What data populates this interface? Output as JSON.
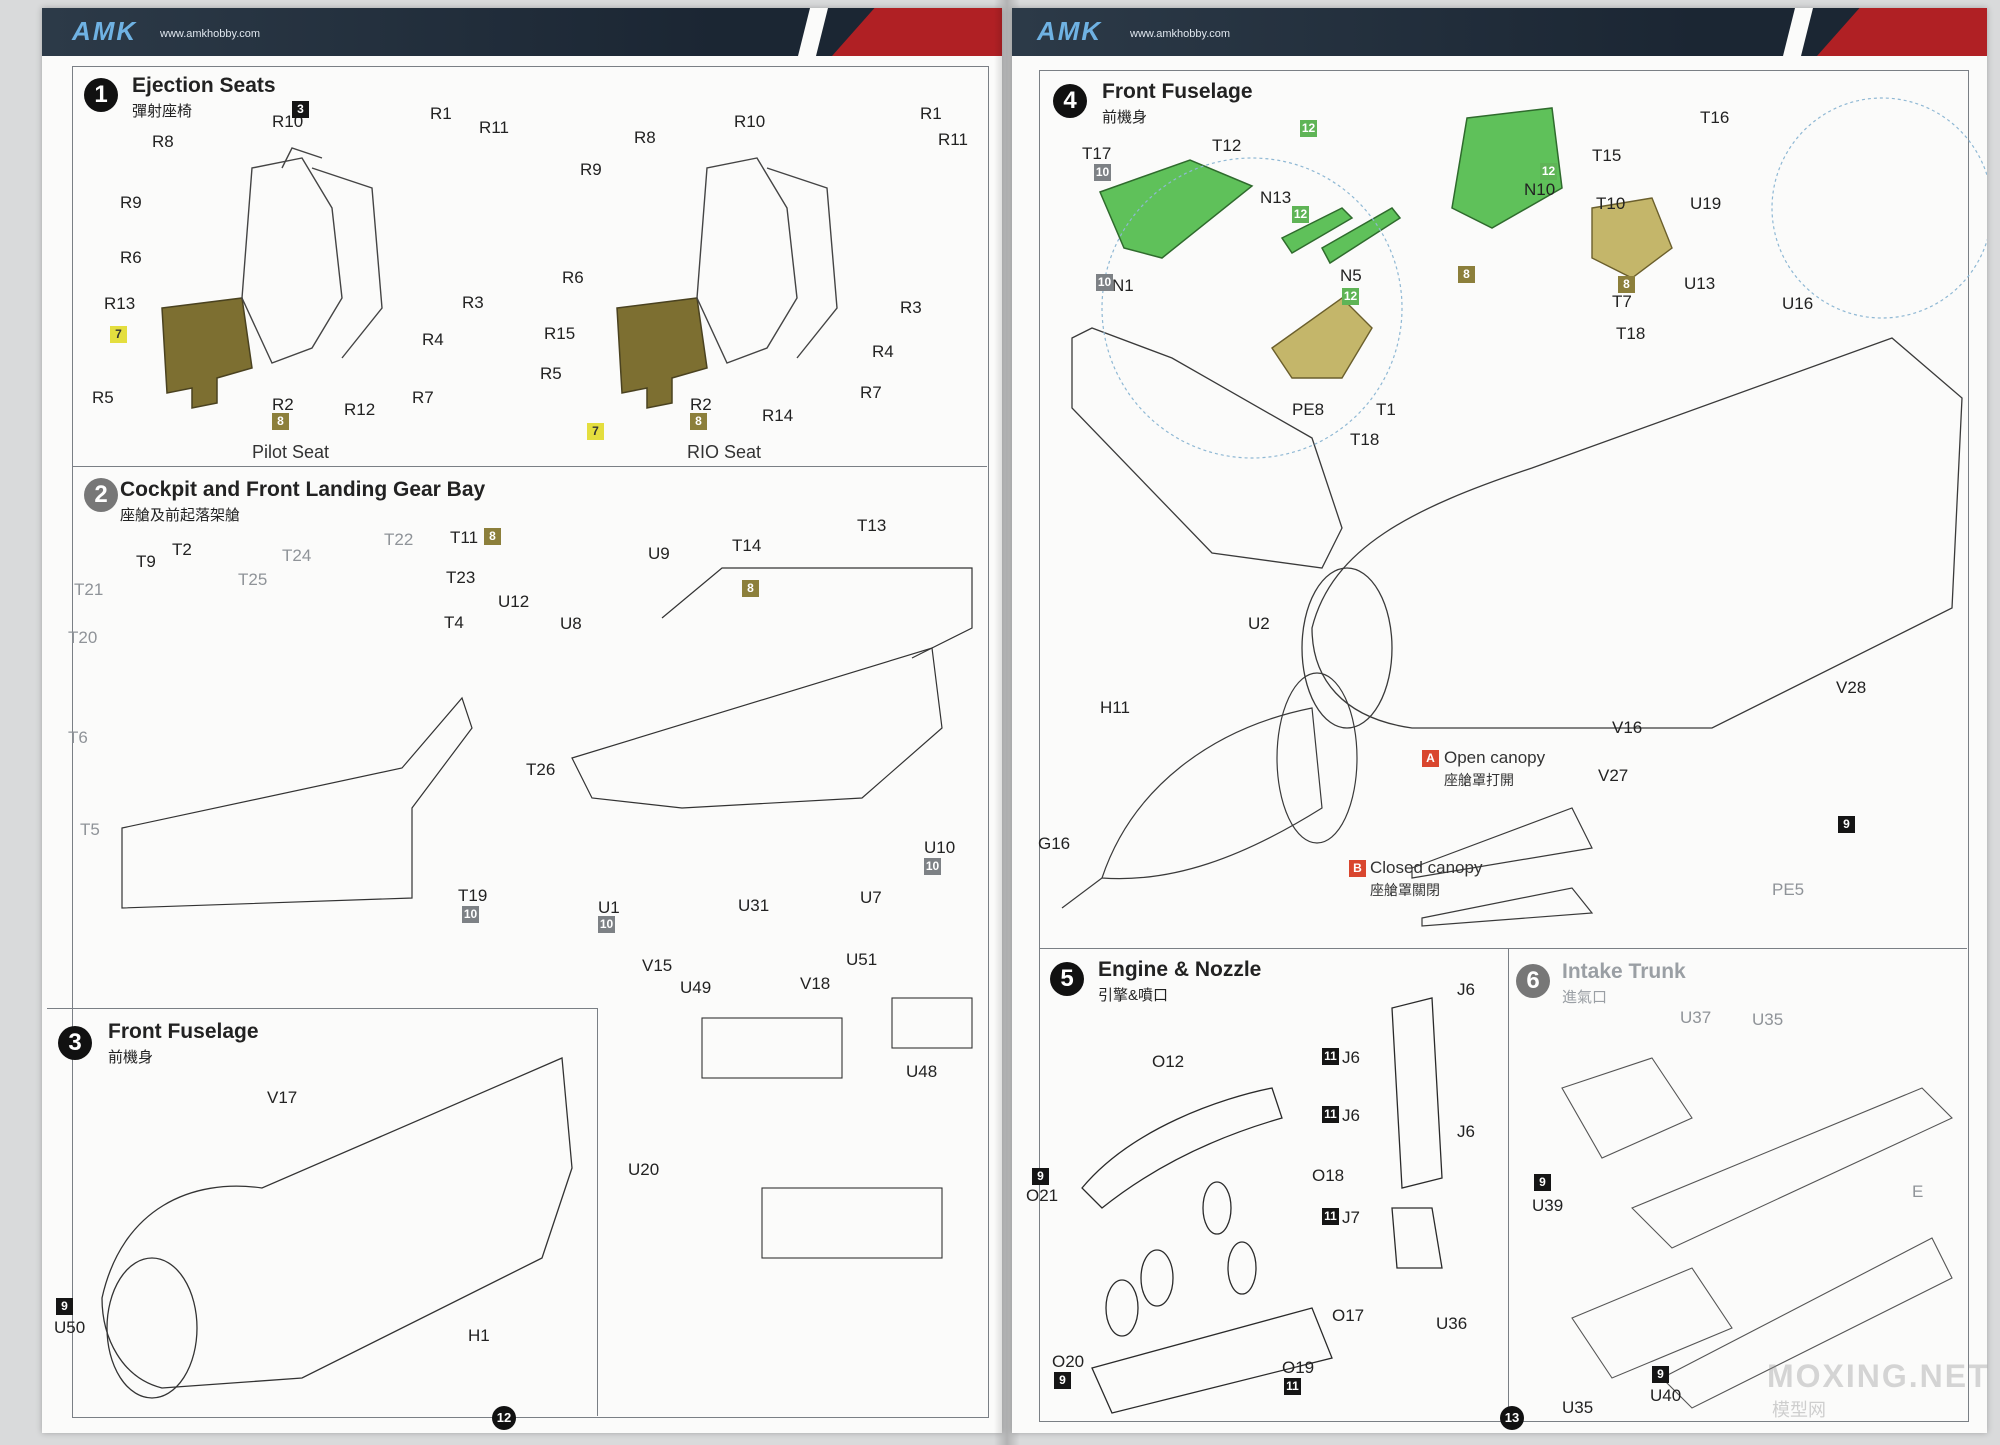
{
  "header": {
    "logo": "AMK",
    "site": "www.amkhobby.com"
  },
  "left_page": {
    "page_number": "12",
    "sections": [
      {
        "num": "1",
        "title": "Ejection Seats",
        "subtitle": "彈射座椅"
      },
      {
        "num": "2",
        "title": "Cockpit and Front Landing Gear Bay",
        "subtitle": "座艙及前起落架艙"
      },
      {
        "num": "3",
        "title": "Front Fuselage",
        "subtitle": "前機身"
      }
    ],
    "captions": {
      "pilot_seat": "Pilot Seat",
      "rio_seat": "RIO Seat"
    }
  },
  "right_page": {
    "page_number": "13",
    "sections": [
      {
        "num": "4",
        "title": "Front Fuselage",
        "subtitle": "前機身"
      },
      {
        "num": "5",
        "title": "Engine & Nozzle",
        "subtitle": "引擎&噴口"
      },
      {
        "num": "6",
        "title": "Intake Trunk",
        "subtitle": "進氣口"
      }
    ],
    "options": {
      "a_letter": "A",
      "a_label": "Open canopy",
      "a_sub": "座艙罩打開",
      "b_letter": "B",
      "b_label": "Closed canopy",
      "b_sub": "座艙罩關閉"
    },
    "watermark": "MOXING.NET",
    "watermark_sub": "模型网"
  },
  "part_labels": {
    "s1": [
      "R10",
      "R1",
      "R11",
      "R8",
      "R9",
      "R6",
      "R13",
      "R5",
      "R2",
      "R12",
      "R7",
      "R3",
      "R4",
      "R10",
      "R1",
      "R11",
      "R8",
      "R9",
      "R6",
      "R15",
      "R5",
      "R2",
      "R14",
      "R7",
      "R3",
      "R4"
    ],
    "s2": [
      "T2",
      "T9",
      "T21",
      "T20",
      "T6",
      "T5",
      "T25",
      "T24",
      "T22",
      "T11",
      "T23",
      "T4",
      "U12",
      "U9",
      "U8",
      "T14",
      "T13",
      "T26",
      "U1",
      "U7",
      "U10",
      "T19"
    ],
    "s2b": [
      "U31",
      "V15",
      "U49",
      "V18",
      "U51",
      "U48",
      "U20"
    ],
    "s3": [
      "V17",
      "U50",
      "H1"
    ],
    "s4": [
      "T17",
      "T12",
      "N1",
      "N13",
      "N5",
      "PE8",
      "T1",
      "T18",
      "N10",
      "T15",
      "T16",
      "T10",
      "T7",
      "T18",
      "U19",
      "U13",
      "U16",
      "U2",
      "H11",
      "G16",
      "V28",
      "V16",
      "V27",
      "PE5"
    ],
    "s5": [
      "J6",
      "J6",
      "J6",
      "J6",
      "J7",
      "O12",
      "O21",
      "O18",
      "O17",
      "O19",
      "O20"
    ],
    "s6": [
      "U37",
      "U35",
      "U39",
      "E",
      "U36",
      "U35",
      "U40"
    ]
  }
}
